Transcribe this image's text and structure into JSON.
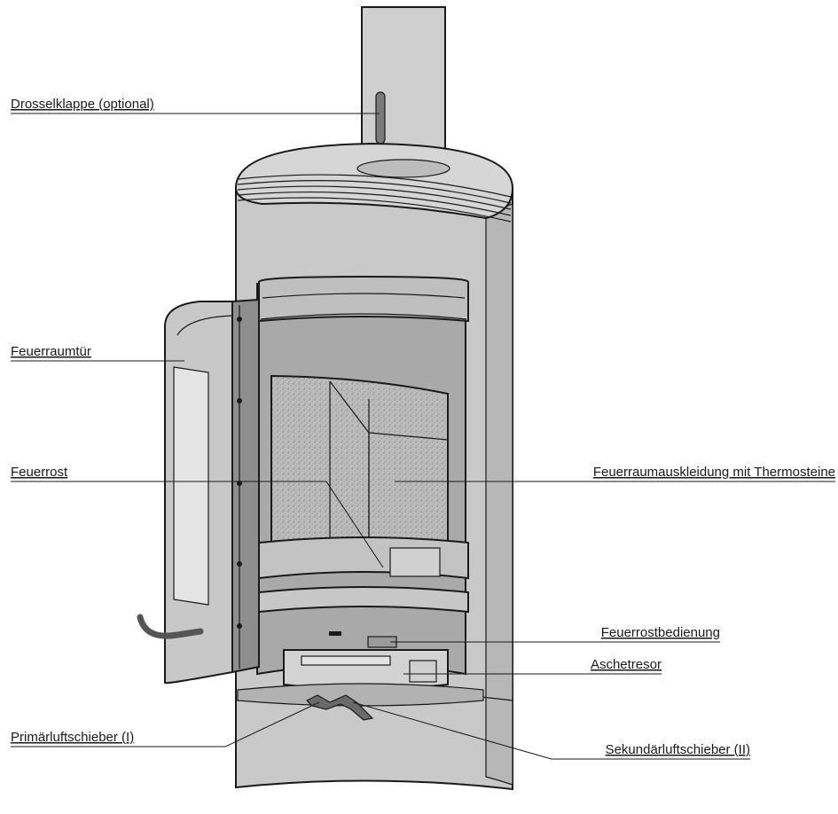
{
  "labels": {
    "damper": "Drosselklappe (optional)",
    "door": "Feuerraumtür",
    "grate": "Feuerrost",
    "lining": "Feuerraumauskleidung mit Thermosteine",
    "grate_control": "Feuerrostbedienung",
    "ash_box": "Aschetresor",
    "primary_air": "Primärluftschieber (I)",
    "secondary_air": "Sekundärluftschieber (II)"
  },
  "colors": {
    "body": "#c9c9c9",
    "body_light": "#d8d8d8",
    "body_dark": "#a8a8a8",
    "lining": "#b9b9b9",
    "door_glass": "#e4e4e4",
    "ink": "#1a1a1a"
  }
}
